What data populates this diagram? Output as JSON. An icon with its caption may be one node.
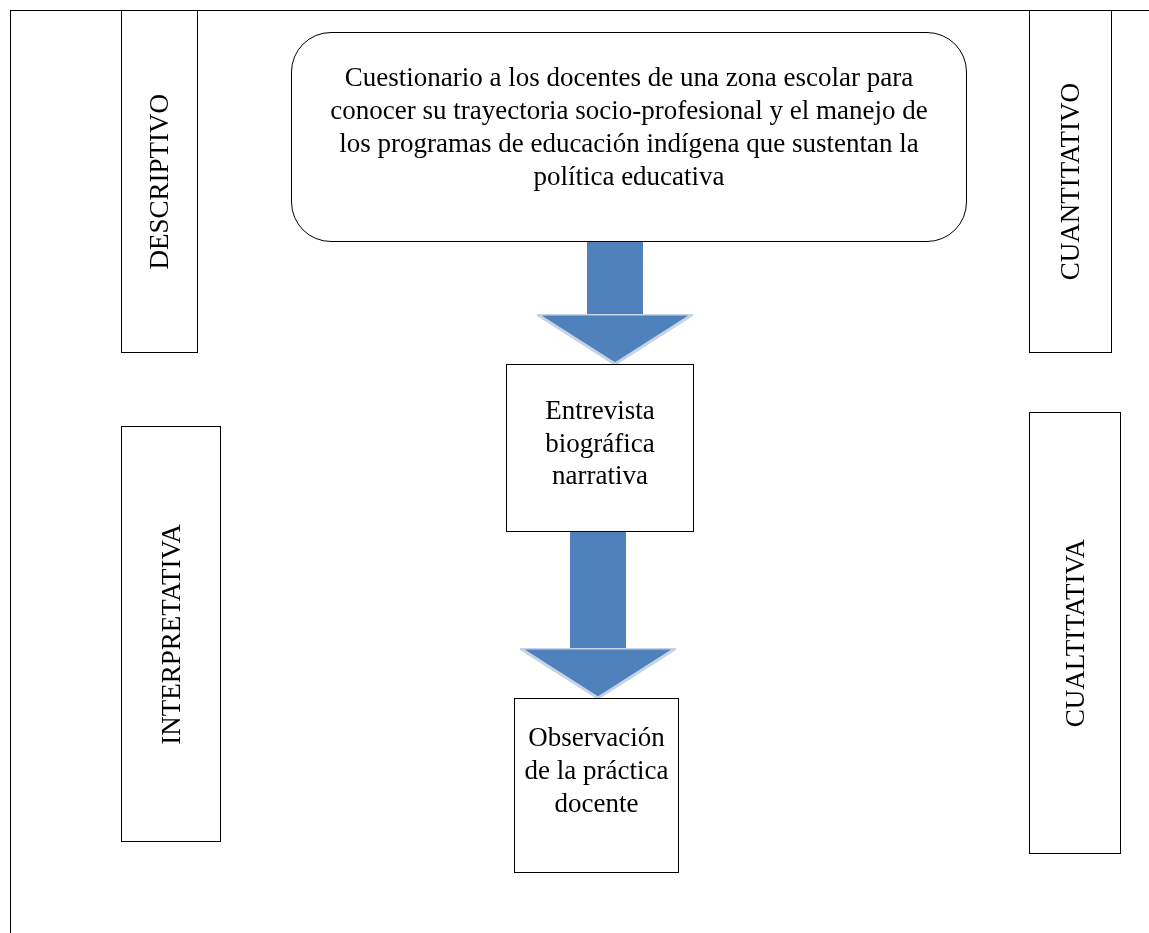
{
  "diagram": {
    "nodes": [
      {
        "text": [
          "DESCRIPTIVO"
        ]
      },
      {
        "text": [
          "Cuestionario a los docentes de una zona escolar para conocer su trayectoria socio-profesional y el manejo de los programas de educación indígena que sustentan la política educativa"
        ]
      },
      {
        "text": [
          "CUANTITATIVO"
        ]
      },
      {
        "text": [
          "Entrevista biográfica narrativa"
        ]
      },
      {
        "text": [
          "INTERPRETATIVA"
        ]
      },
      {
        "text": [
          "CUALTITATIVA"
        ]
      },
      {
        "text": [
          "Observación de la práctica docente"
        ]
      }
    ],
    "edges": [
      {
        "from": 1,
        "to": 3,
        "arrow": "to"
      },
      {
        "from": 3,
        "to": 6,
        "arrow": "to"
      }
    ]
  }
}
